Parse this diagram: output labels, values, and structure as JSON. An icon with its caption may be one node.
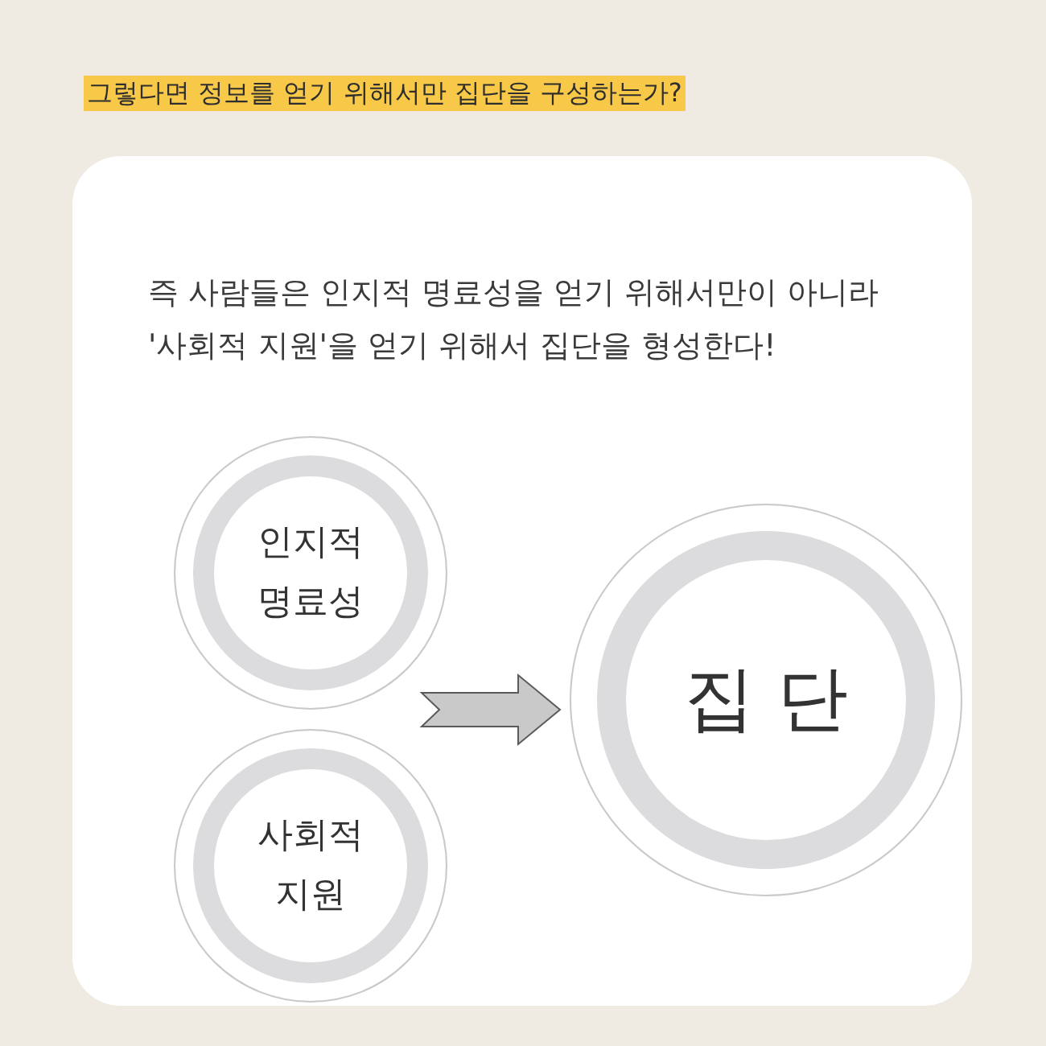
{
  "diagram": {
    "title": "그렇다면 정보를 얻기 위해서만 집단을 구성하는가?",
    "nodes": [
      {
        "text": [
          "인지적 명료성"
        ]
      },
      {
        "text": [
          "사회적 지원"
        ]
      },
      {
        "text": [
          "집 단"
        ]
      }
    ],
    "edges": [
      {
        "from": 0,
        "to": 2,
        "arrow": "to"
      },
      {
        "from": 1,
        "to": 2,
        "arrow": "to"
      }
    ],
    "labels": [
      "즉 사람들은 인지적 명료성을 얻기 위해서만이 아니라 '사회적 지원'을 얻기 위해서 집단을 형성한다!"
    ]
  }
}
